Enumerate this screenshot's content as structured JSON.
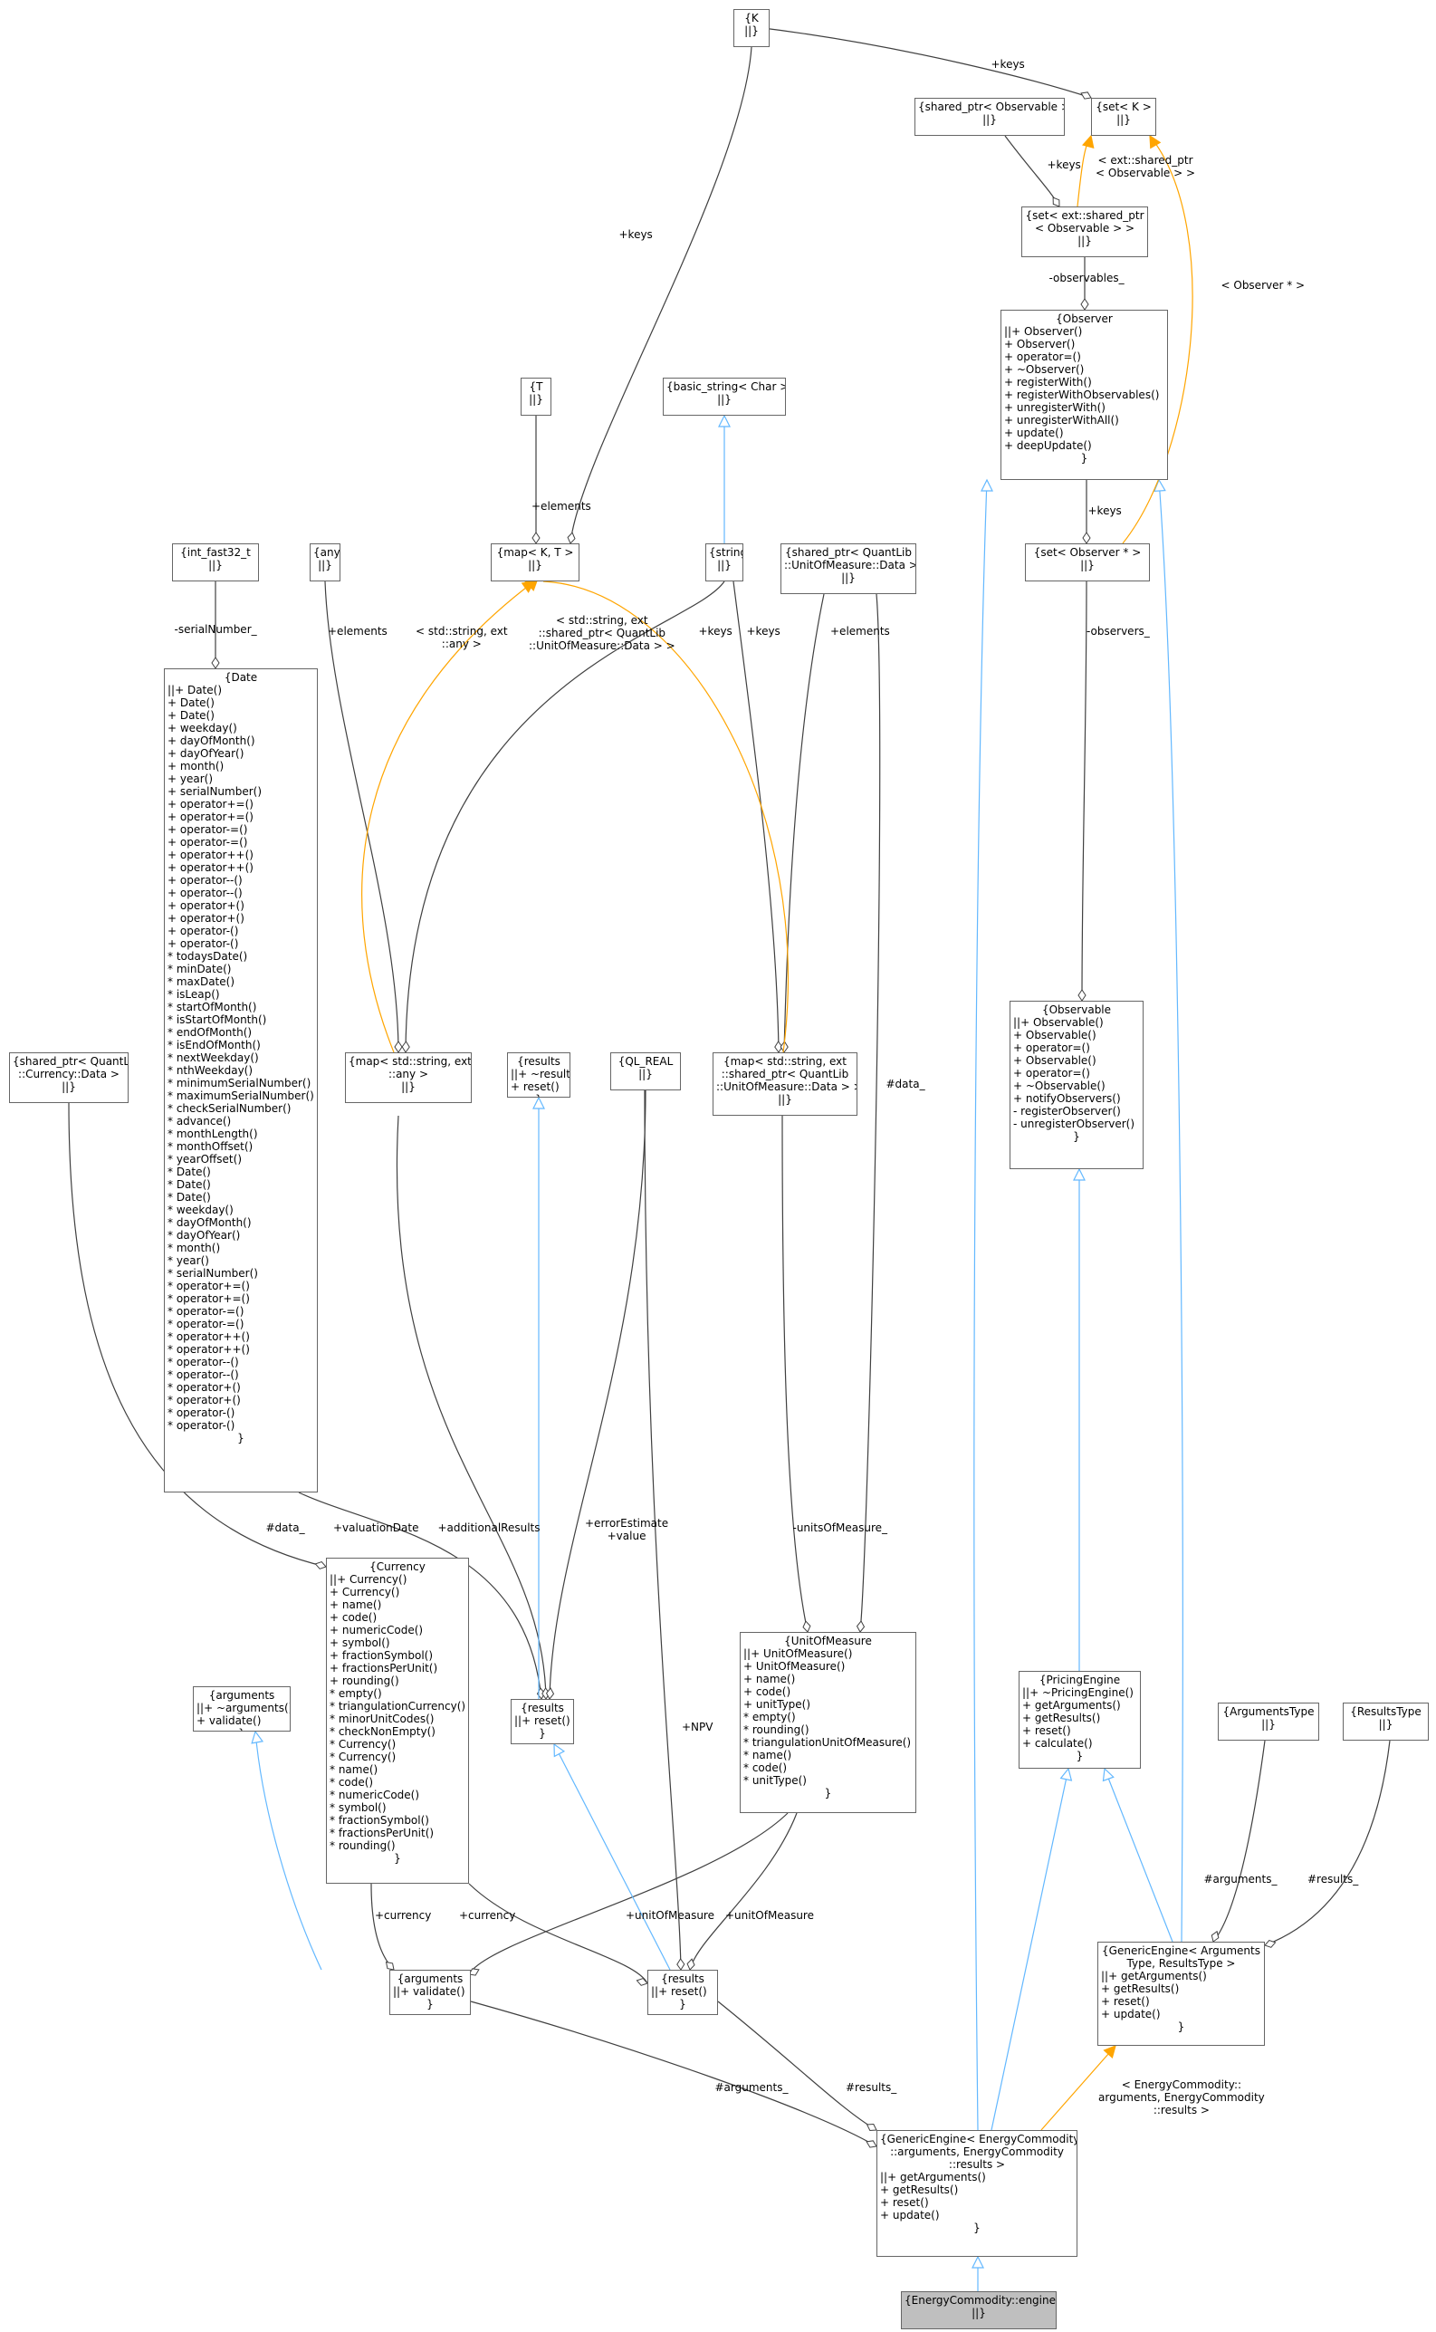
{
  "nodes": {
    "K": {
      "title": [
        "{K",
        "||}"
      ],
      "members": []
    },
    "setK": {
      "title": [
        "{set< K >",
        "||}"
      ],
      "members": []
    },
    "spObs": {
      "title": [
        "{shared_ptr< Observable >",
        "||}"
      ],
      "members": []
    },
    "setSpObs": {
      "title": [
        "{set< ext::shared_ptr",
        "< Observable > >",
        "||}"
      ],
      "members": []
    },
    "Observer": {
      "title": [
        "{Observer"
      ],
      "members": [
        "||+ Observer()",
        "+ Observer()",
        "+ operator=()",
        "+ ~Observer()",
        "+ registerWith()",
        "+ registerWithObservables()",
        "+ unregisterWith()",
        "+ unregisterWithAll()",
        "+ update()",
        "+ deepUpdate()"
      ],
      "end": "}"
    },
    "setObsPtr": {
      "title": [
        "{set< Observer * >",
        "||}"
      ],
      "members": []
    },
    "T": {
      "title": [
        "{T",
        "||}"
      ],
      "members": []
    },
    "basicString": {
      "title": [
        "{basic_string< Char >",
        "||}"
      ],
      "members": []
    },
    "mapKT": {
      "title": [
        "{map< K, T >",
        "||}"
      ],
      "members": []
    },
    "string": {
      "title": [
        "{string",
        "||}"
      ],
      "members": []
    },
    "spUom": {
      "title": [
        "{shared_ptr< QuantLib",
        "::UnitOfMeasure::Data >",
        "||}"
      ],
      "members": []
    },
    "intFast": {
      "title": [
        "{int_fast32_t",
        "||}"
      ],
      "members": []
    },
    "any": {
      "title": [
        "{any",
        "||}"
      ],
      "members": []
    },
    "Date": {
      "title": [
        "{Date"
      ],
      "members": [
        "||+ Date()",
        "+ Date()",
        "+ Date()",
        "+ weekday()",
        "+ dayOfMonth()",
        "+ dayOfYear()",
        "+ month()",
        "+ year()",
        "+ serialNumber()",
        "+ operator+=()",
        "+ operator+=()",
        "+ operator-=()",
        "+ operator-=()",
        "+ operator++()",
        "+ operator++()",
        "+ operator--()",
        "+ operator--()",
        "+ operator+()",
        "+ operator+()",
        "+ operator-()",
        "+ operator-()",
        "* todaysDate()",
        "* minDate()",
        "* maxDate()",
        "* isLeap()",
        "* startOfMonth()",
        "* isStartOfMonth()",
        "* endOfMonth()",
        "* isEndOfMonth()",
        "* nextWeekday()",
        "* nthWeekday()",
        "* minimumSerialNumber()",
        "* maximumSerialNumber()",
        "* checkSerialNumber()",
        "* advance()",
        "* monthLength()",
        "* monthOffset()",
        "* yearOffset()",
        "* Date()",
        "* Date()",
        "* Date()",
        "* weekday()",
        "* dayOfMonth()",
        "* dayOfYear()",
        "* month()",
        "* year()",
        "* serialNumber()",
        "* operator+=()",
        "* operator+=()",
        "* operator-=()",
        "* operator-=()",
        "* operator++()",
        "* operator++()",
        "* operator--()",
        "* operator--()",
        "* operator+()",
        "* operator+()",
        "* operator-()",
        "* operator-()"
      ],
      "end": "}"
    },
    "Observable": {
      "title": [
        "{Observable"
      ],
      "members": [
        "||+ Observable()",
        "+ Observable()",
        "+ operator=()",
        "+ Observable()",
        "+ operator=()",
        "+ ~Observable()",
        "+ notifyObservers()",
        "- registerObserver()",
        "- unregisterObserver()"
      ],
      "end": "}"
    },
    "spCur": {
      "title": [
        "{shared_ptr< QuantLib",
        "::Currency::Data >",
        "||}"
      ],
      "members": []
    },
    "mapAny": {
      "title": [
        "{map< std::string, ext",
        "::any >",
        "||}"
      ],
      "members": []
    },
    "resultsBase": {
      "title": [
        "{results"
      ],
      "members": [
        "||+ ~results()",
        "+ reset()"
      ],
      "end": "}"
    },
    "qlReal": {
      "title": [
        "{QL_REAL",
        "||}"
      ],
      "members": []
    },
    "mapUom": {
      "title": [
        "{map< std::string, ext",
        "::shared_ptr< QuantLib",
        "::UnitOfMeasure::Data > >",
        "||}"
      ],
      "members": []
    },
    "Currency": {
      "title": [
        "{Currency"
      ],
      "members": [
        "||+ Currency()",
        "+ Currency()",
        "+ name()",
        "+ code()",
        "+ numericCode()",
        "+ symbol()",
        "+ fractionSymbol()",
        "+ fractionsPerUnit()",
        "+ rounding()",
        "* empty()",
        "* triangulationCurrency()",
        "* minorUnitCodes()",
        "* checkNonEmpty()",
        "* Currency()",
        "* Currency()",
        "* name()",
        "* code()",
        "* numericCode()",
        "* symbol()",
        "* fractionSymbol()",
        "* fractionsPerUnit()",
        "* rounding()"
      ],
      "end": "}"
    },
    "UnitOfMeasure": {
      "title": [
        "{UnitOfMeasure"
      ],
      "members": [
        "||+ UnitOfMeasure()",
        "+ UnitOfMeasure()",
        "+ name()",
        "+ code()",
        "+ unitType()",
        "* empty()",
        "* rounding()",
        "* triangulationUnitOfMeasure()",
        "* name()",
        "* code()",
        "* unitType()"
      ],
      "end": "}"
    },
    "argsBase": {
      "title": [
        "{arguments"
      ],
      "members": [
        "||+ ~arguments()",
        "+ validate()"
      ],
      "end": "}"
    },
    "results2": {
      "title": [
        "{results"
      ],
      "members": [
        "||+ reset()"
      ],
      "end": "}"
    },
    "PricingEngine": {
      "title": [
        "{PricingEngine"
      ],
      "members": [
        "||+ ~PricingEngine()",
        "+ getArguments()",
        "+ getResults()",
        "+ reset()",
        "+ calculate()"
      ],
      "end": "}"
    },
    "ArgumentsType": {
      "title": [
        "{ArgumentsType",
        "||}"
      ],
      "members": []
    },
    "ResultsType": {
      "title": [
        "{ResultsType",
        "||}"
      ],
      "members": []
    },
    "GenericEngine": {
      "title": [
        "{GenericEngine< Arguments",
        "Type, ResultsType >"
      ],
      "members": [
        "||+ getArguments()",
        "+ getResults()",
        "+ reset()",
        "+ update()"
      ],
      "end": "}"
    },
    "arguments": {
      "title": [
        "{arguments"
      ],
      "members": [
        "||+ validate()"
      ],
      "end": "}"
    },
    "results": {
      "title": [
        "{results"
      ],
      "members": [
        "||+ reset()"
      ],
      "end": "}"
    },
    "GenericEC": {
      "title": [
        "{GenericEngine< EnergyCommodity",
        "::arguments, EnergyCommodity",
        "::results >"
      ],
      "members": [
        "||+ getArguments()",
        "+ getResults()",
        "+ reset()",
        "+ update()"
      ],
      "end": "}"
    },
    "engine": {
      "title": [
        "{EnergyCommodity::engine",
        "||}"
      ],
      "members": []
    }
  },
  "edge_labels": {
    "keys_k": "+keys",
    "keys_sp": "+keys",
    "ext_sp": [
      "< ext::shared_ptr",
      "< Observable > >"
    ],
    "observables": "-observables_",
    "obs_ptr": "< Observer * >",
    "keys_obs": "+keys",
    "observers": "-observers_",
    "keys_map": "+keys",
    "elements_t": "+elements",
    "serial": "-serialNumber_",
    "elements_any": "+elements",
    "str_any": [
      "< std::string, ext",
      "::any >"
    ],
    "str_sp": [
      "< std::string, ext",
      "::shared_ptr< QuantLib",
      "::UnitOfMeasure::Data > >"
    ],
    "keys_s1": "+keys",
    "keys_s2": "+keys",
    "elements_uom": "+elements",
    "data_uom": "#data_",
    "data_cur": "#data_",
    "valuation": "+valuationDate",
    "additional": "+additionalResults",
    "err": [
      "+errorEstimate",
      "+value"
    ],
    "units": "-unitsOfMeasure_",
    "npv": "+NPV",
    "currency_a": "+currency",
    "currency_r": "+currency",
    "uom_a": "+unitOfMeasure",
    "uom_r": "+unitOfMeasure",
    "args_t": "#arguments_",
    "res_t": "#results_",
    "arguments_": "#arguments_",
    "results_": "#results_",
    "bind": [
      "< EnergyCommodity::",
      "arguments, EnergyCommodity",
      "::results >"
    ]
  },
  "colors": {
    "line": "#404040",
    "inherit": "#63b8ff",
    "template": "#ffa500",
    "highlight": "#bfbfbf"
  }
}
